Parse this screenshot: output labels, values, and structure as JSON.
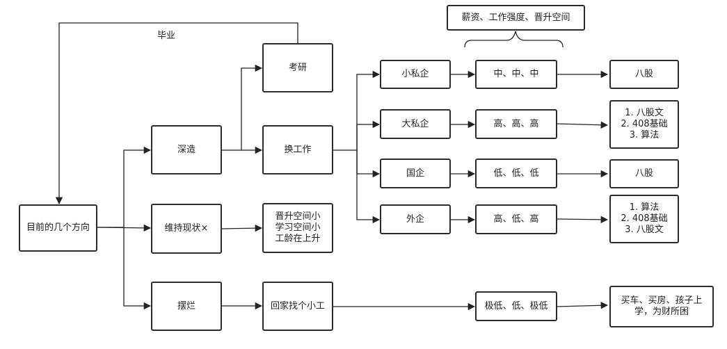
{
  "nodes": {
    "root": "目前的几个方向",
    "deep": "深造",
    "maintain": "维持现状×",
    "slack": "摆烂",
    "kaoyan": "考研",
    "job": "换工作",
    "maintain_desc": [
      "晋升空间小",
      "学习空间小",
      "工龄在上升"
    ],
    "home_job": "回家找个小工",
    "small_private": "小私企",
    "big_private": "大私企",
    "state": "国企",
    "foreign": "外企",
    "rating_header": "薪资、工作强度、晋升空间",
    "r_small": "中、中、中",
    "r_big": "高、高、高",
    "r_state": "低、低、低",
    "r_foreign": "高、低、高",
    "r_home": "极低、低、极低",
    "o_small": "八股",
    "o_big": [
      "1. 八股文",
      "2. 408基础",
      "3. 算法"
    ],
    "o_state": "八股",
    "o_foreign": [
      "1. 算法",
      "2. 408基础",
      "3. 八股文"
    ],
    "o_home": "买车、买房、孩子上学，为财所困"
  },
  "labels": {
    "graduate": "毕业"
  },
  "colors": {
    "stroke": "#2b2b2b",
    "background": "#ffffff"
  }
}
